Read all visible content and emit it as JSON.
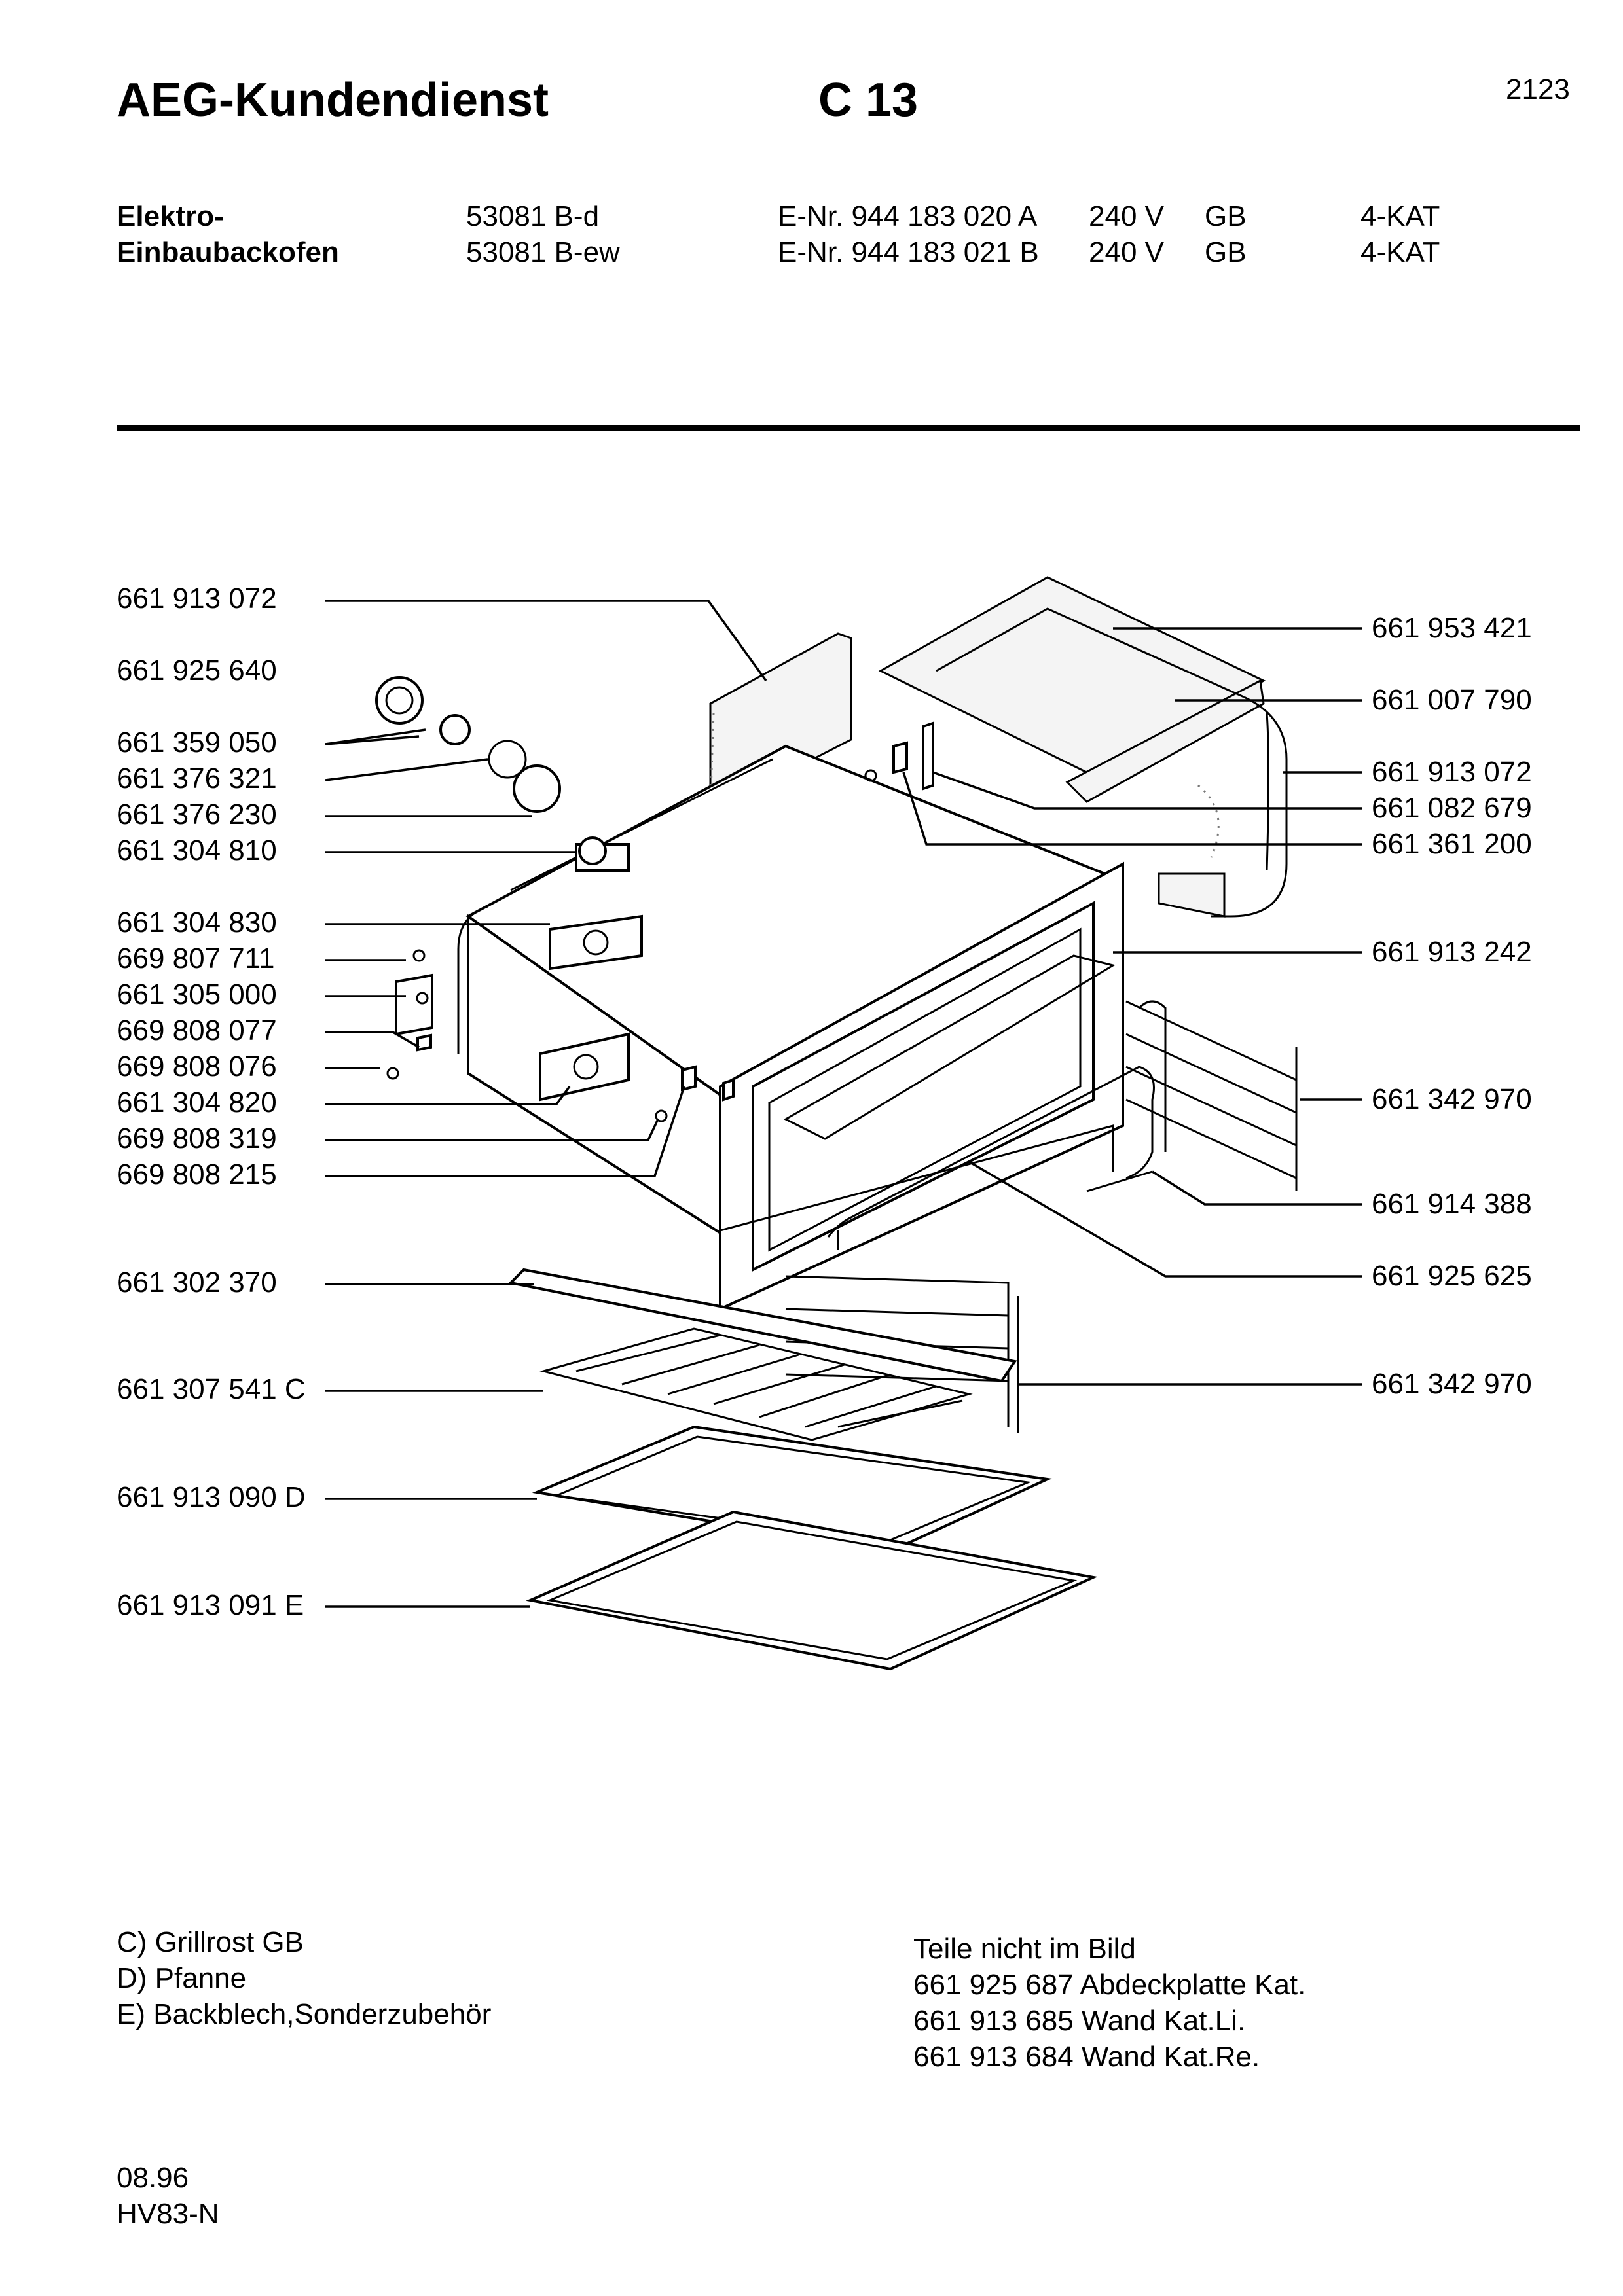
{
  "header": {
    "title": "AEG-Kundendienst",
    "code": "C 13",
    "page_number": "2123"
  },
  "product": {
    "label_line1": "Elektro-",
    "label_line2": "Einbaubackofen",
    "rows": [
      {
        "model": "53081 B-d",
        "enr": "E-Nr. 944 183 020 A",
        "voltage": "240 V",
        "country": "GB",
        "variant": "4-KAT"
      },
      {
        "model": "53081 B-ew",
        "enr": "E-Nr. 944 183 021 B",
        "voltage": "240 V",
        "country": "GB",
        "variant": "4-KAT"
      }
    ]
  },
  "diagram": {
    "left_labels": [
      "661 913 072",
      "661 925 640",
      "661 359 050",
      "661 376 321",
      "661 376 230",
      "661 304 810",
      "661 304 830",
      "669 807 711",
      "661 305 000",
      "669 808 077",
      "669 808 076",
      "661 304 820",
      "669 808 319",
      "669 808 215",
      "661 302 370",
      "661 307 541 C",
      "661 913 090 D",
      "661 913 091 E"
    ],
    "right_labels": [
      "661 953 421",
      "661 007 790",
      "661 913 072",
      "661 082 679",
      "661 361 200",
      "661 913 242",
      "661 342 970",
      "661 914 388",
      "661 925 625",
      "661 342 970"
    ]
  },
  "notes": {
    "accessories": [
      "C) Grillrost GB",
      "D) Pfanne",
      "E) Backblech,Sonderzubehör"
    ],
    "not_shown_title": "Teile nicht im Bild",
    "not_shown": [
      "661 925 687 Abdeckplatte Kat.",
      "661 913 685 Wand Kat.Li.",
      "661 913 684 Wand Kat.Re."
    ]
  },
  "footer": {
    "date": "08.96",
    "code": "HV83-N"
  }
}
